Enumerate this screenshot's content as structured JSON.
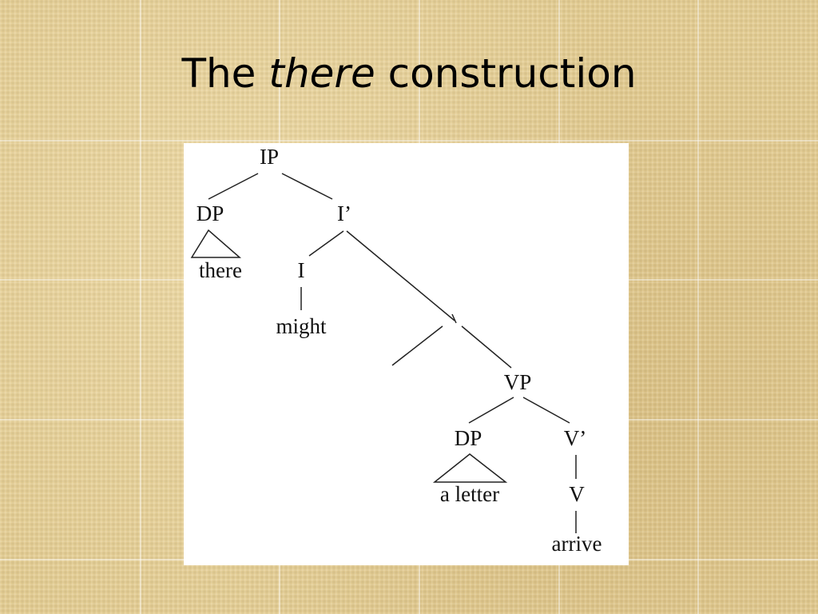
{
  "slide": {
    "title_before": "The",
    "title_emphasis": "there",
    "title_after": "construction"
  },
  "tree": {
    "nodes": {
      "ip": "IP",
      "dp_subject": "DP",
      "i_bar": "I’",
      "there": "there",
      "i_head": "I",
      "might": "might",
      "vp": "VP",
      "dp_object": "DP",
      "v_bar": "V’",
      "a_letter": "a letter",
      "v_head": "V",
      "arrive": "arrive"
    },
    "edges": [
      [
        "ip",
        "dp_subject"
      ],
      [
        "ip",
        "i_bar"
      ],
      [
        "i_bar",
        "i_head"
      ],
      [
        "i_bar",
        "vp"
      ],
      [
        "i_head",
        "might"
      ],
      [
        "vp",
        "dp_object"
      ],
      [
        "vp",
        "v_bar"
      ],
      [
        "v_bar",
        "v_head"
      ],
      [
        "v_head",
        "arrive"
      ]
    ],
    "triangles": [
      [
        "dp_subject",
        "there"
      ],
      [
        "dp_object",
        "a_letter"
      ]
    ]
  }
}
